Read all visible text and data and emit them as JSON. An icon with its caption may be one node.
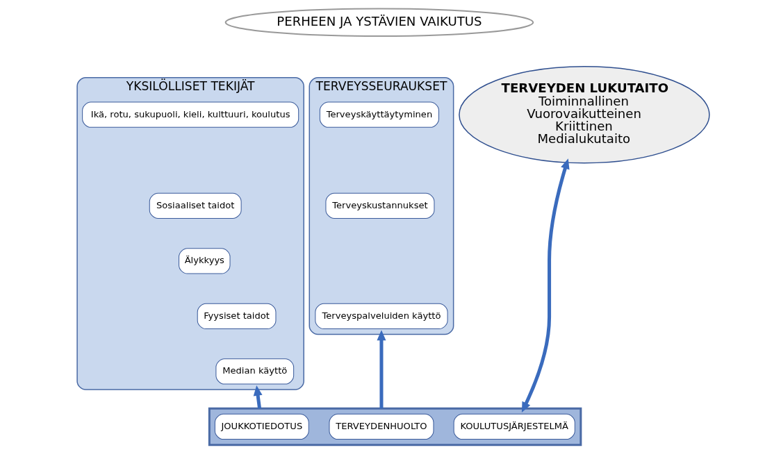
{
  "diagram": {
    "nodes": [
      {
        "text": [
          "PERHEEN JA YSTÄVIEN VAIKUTUS"
        ]
      },
      {
        "text": [
          "YKSILÖLLISET TEKIJÄT"
        ]
      },
      {
        "text": [
          "Ikä, rotu, sukupuoli, kieli, kulttuuri, koulutus"
        ],
        "in": 1
      },
      {
        "text": [
          "Sosiaaliset taidot"
        ],
        "in": 1
      },
      {
        "text": [
          "Älykkyys"
        ],
        "in": 1
      },
      {
        "text": [
          "Fyysiset taidot"
        ],
        "in": 1
      },
      {
        "text": [
          "Median käyttö"
        ],
        "in": 1
      },
      {
        "text": [
          "TERVEYDEN LUKUTAITO",
          "Toiminnallinen",
          "Vuorovaikutteinen",
          "Kriittinen",
          "Medialukutaito"
        ]
      },
      {
        "text": [
          "TERVEYSSEURAUKSET"
        ]
      },
      {
        "text": [
          "Terveyskäyttäytyminen"
        ],
        "in": 8
      },
      {
        "text": [
          "Terveyskustannukset"
        ],
        "in": 8
      },
      {
        "text": [
          "Terveyspalveluiden käyttö"
        ],
        "in": 8
      },
      {
        "text": [],
        "shape": "bar"
      },
      {
        "text": [
          "JOUKKOTIEDOTUS"
        ],
        "in": 12
      },
      {
        "text": [
          "KOULUTUSJÄRJESTELMÄ"
        ],
        "in": 12
      },
      {
        "text": [
          "TERVEYDENHUOLTO"
        ],
        "in": 12
      }
    ],
    "edges": [
      {
        "from": 12,
        "to": 1,
        "arrow": "to"
      },
      {
        "from": 12,
        "to": 7,
        "arrow": "both"
      },
      {
        "from": 12,
        "to": 8,
        "arrow": "to"
      }
    ]
  }
}
